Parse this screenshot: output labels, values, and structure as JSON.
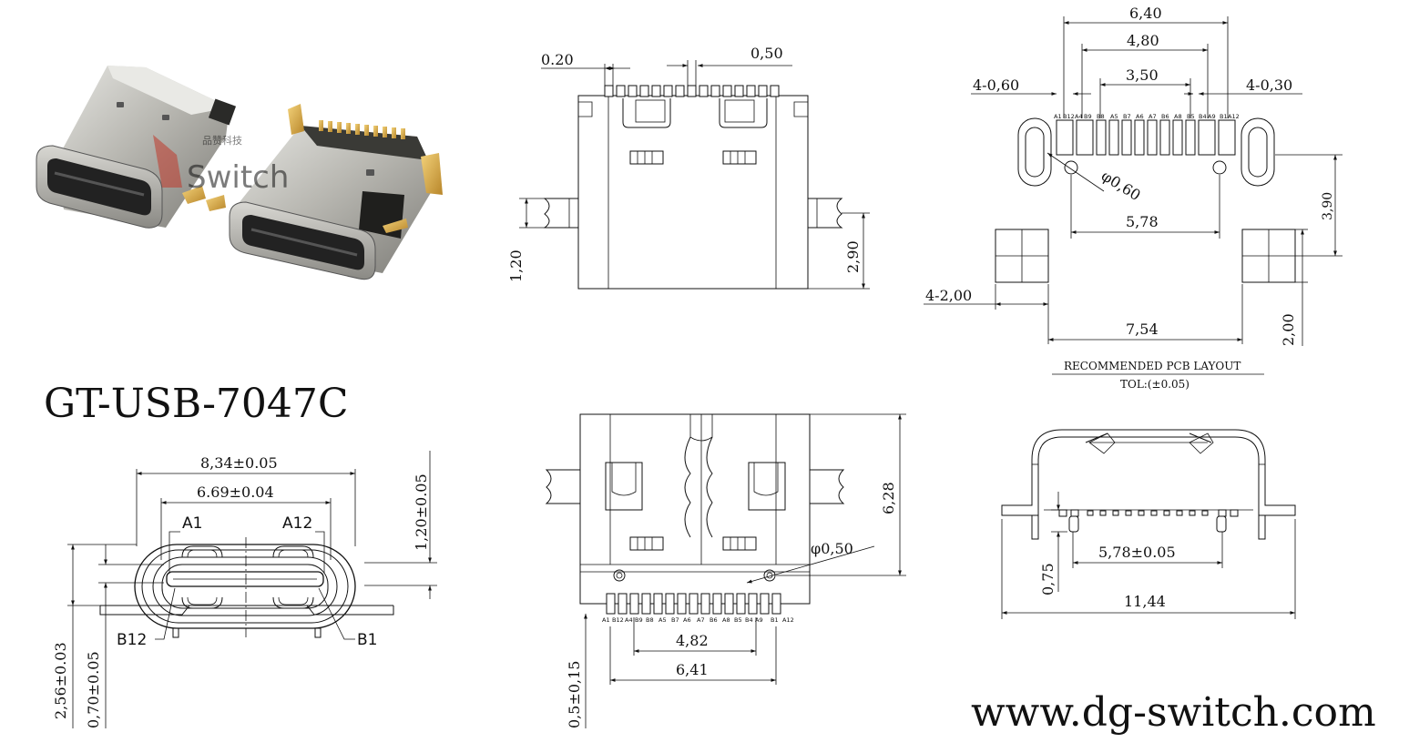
{
  "title": "GT-USB-7047C",
  "website": "www.dg-switch.com",
  "photo": {
    "watermark_brand": "Switch",
    "watermark_cn": "品赞科技"
  },
  "top_view": {
    "dim_020": "0.20",
    "dim_050": "0,50",
    "dim_120": "1,20",
    "dim_290": "2,90"
  },
  "pcb_layout": {
    "dim_640": "6,40",
    "dim_480": "4,80",
    "dim_350": "3,50",
    "dim_4x060": "4-0,60",
    "dim_4x030": "4-0,30",
    "dim_phi060": "φ0,60",
    "dim_578": "5,78",
    "dim_390": "3,90",
    "dim_4x200": "4-2,00",
    "dim_754": "7,54",
    "dim_200": "2,00",
    "pin_labels": [
      "A1",
      "B12",
      "A4",
      "B9",
      "B8",
      "A5",
      "B7",
      "A6",
      "A7",
      "B6",
      "A8",
      "B5",
      "B4",
      "A9",
      "B1",
      "A12"
    ],
    "caption": "RECOMMENDED PCB LAYOUT",
    "tolerance": "TOL:(±0.05)"
  },
  "front_view": {
    "dim_834": "8,34±0.05",
    "dim_669": "6.69±0.04",
    "dim_120": "1,20±0.05",
    "dim_256": "2,56±0.03",
    "dim_070": "0,70±0.05",
    "label_a1": "A1",
    "label_a12": "A12",
    "label_b12": "B12",
    "label_b1": "B1"
  },
  "bottom_view": {
    "dim_628": "6,28",
    "dim_phi050": "φ0,50",
    "dim_482": "4,82",
    "dim_641": "6,41",
    "dim_05": "0,5±0,15",
    "pin_labels": [
      "A1",
      "B12",
      "A4",
      "B9",
      "B8",
      "A5",
      "B7",
      "A6",
      "A7",
      "B6",
      "A8",
      "B5",
      "B4",
      "A9",
      "B1",
      "A12"
    ]
  },
  "side_view": {
    "dim_075": "0,75",
    "dim_578": "5,78±0.05",
    "dim_1144": "11,44"
  }
}
